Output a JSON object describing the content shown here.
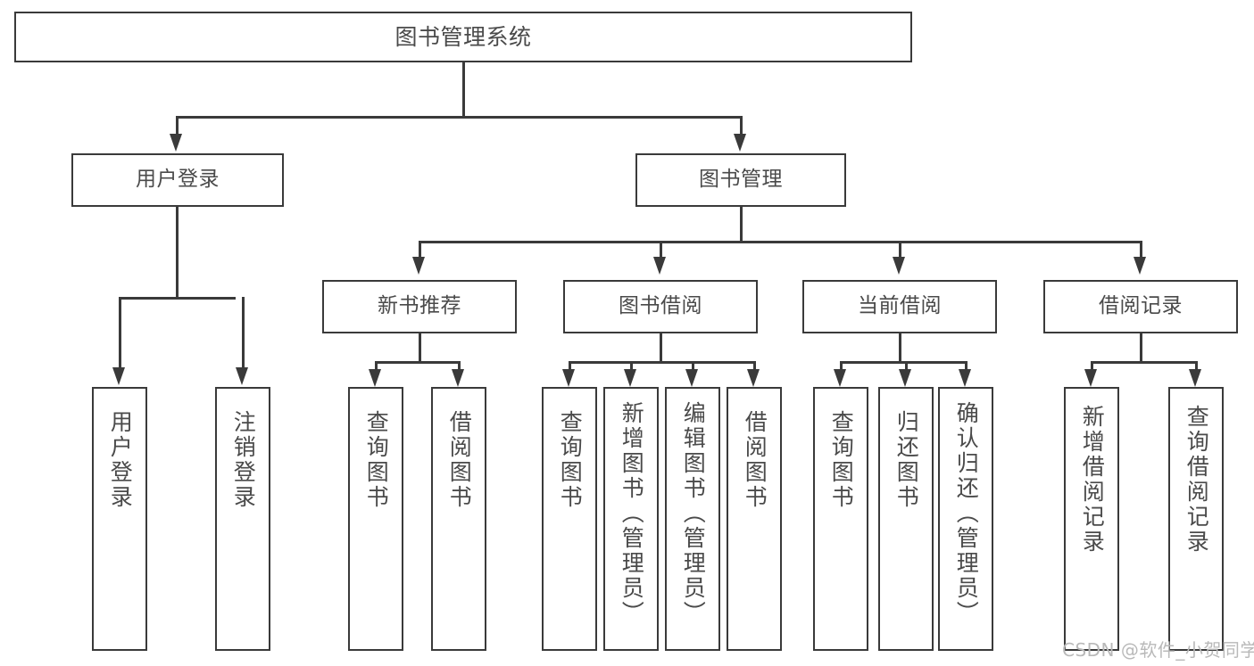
{
  "diagram": {
    "title": "图书管理系统",
    "root": {
      "label": "图书管理系统"
    },
    "level1": [
      {
        "label": "用户登录"
      },
      {
        "label": "图书管理"
      }
    ],
    "level2": [
      {
        "label": "新书推荐"
      },
      {
        "label": "图书借阅"
      },
      {
        "label": "当前借阅"
      },
      {
        "label": "借阅记录"
      }
    ],
    "leaves": [
      {
        "label": "用户登录",
        "parent": "用户登录"
      },
      {
        "label": "注销登录",
        "parent": "用户登录"
      },
      {
        "label": "查询图书",
        "parent": "新书推荐"
      },
      {
        "label": "借阅图书",
        "parent": "新书推荐"
      },
      {
        "label": "查询图书",
        "parent": "图书借阅"
      },
      {
        "label": "新增图书（管理员）",
        "parent": "图书借阅"
      },
      {
        "label": "编辑图书（管理员）",
        "parent": "图书借阅"
      },
      {
        "label": "借阅图书",
        "parent": "图书借阅"
      },
      {
        "label": "查询图书",
        "parent": "当前借阅"
      },
      {
        "label": "归还图书",
        "parent": "当前借阅"
      },
      {
        "label": "确认归还（管理员）",
        "parent": "当前借阅"
      },
      {
        "label": "新增借阅记录",
        "parent": "借阅记录"
      },
      {
        "label": "查询借阅记录",
        "parent": "借阅记录"
      }
    ]
  },
  "watermark": {
    "text": "CSDN @软件_小贺同学"
  },
  "colors": {
    "stroke": "#3a3a3a",
    "text": "#4a4a4a",
    "background": "#ffffff",
    "watermark": "#b9b9b9"
  }
}
